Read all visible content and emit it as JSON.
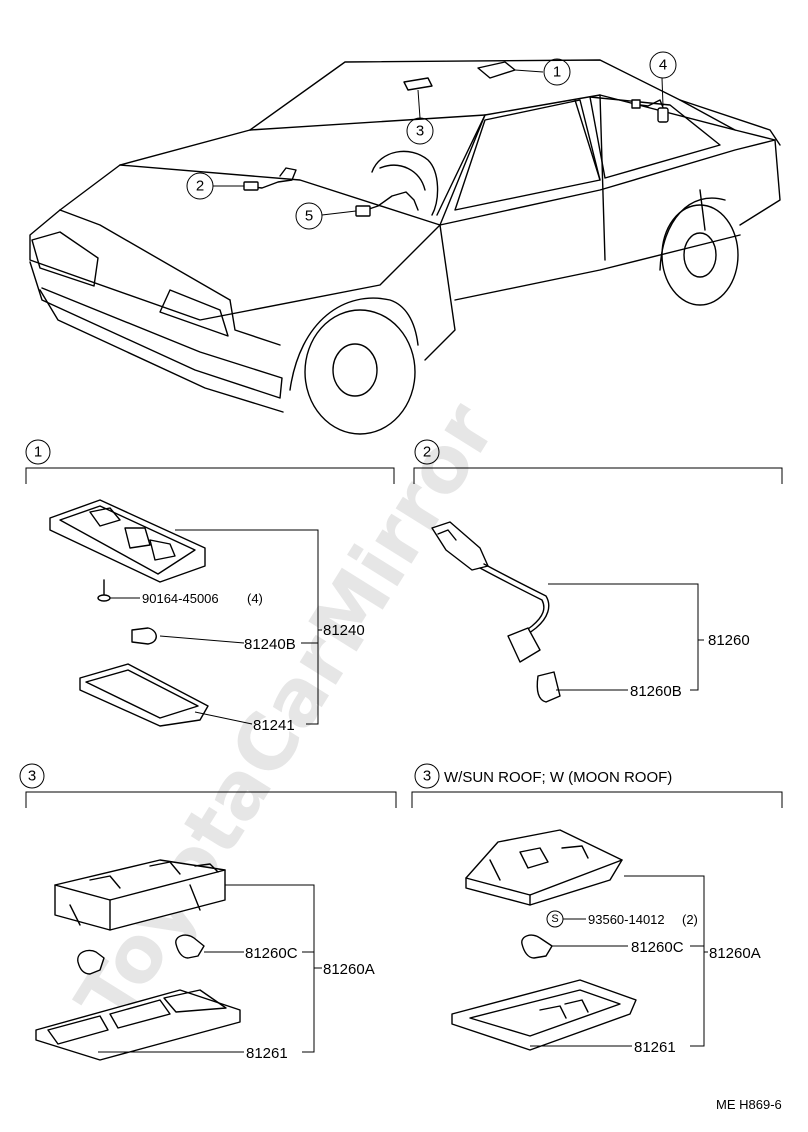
{
  "watermark": "ToyotaCarMirror",
  "code": "ME H869-6",
  "callouts": {
    "c1": "1",
    "c2": "2",
    "c3": "3",
    "c4": "4",
    "c5": "5"
  },
  "sections": {
    "s1": {
      "num": "1"
    },
    "s2": {
      "num": "2"
    },
    "s3a": {
      "num": "3"
    },
    "s3b": {
      "num": "3",
      "title": "W/SUN ROOF; W (MOON ROOF)"
    }
  },
  "parts": {
    "p90164": "90164-45006",
    "p90164_qty": "(4)",
    "p81240": "81240",
    "p81240B": "81240B",
    "p81241": "81241",
    "p81260": "81260",
    "p81260B": "81260B",
    "p81260C_a": "81260C",
    "p81260A_a": "81260A",
    "p81261_a": "81261",
    "s_marker": "S",
    "p93560": "93560-14012",
    "p93560_qty": "(2)",
    "p81260C_b": "81260C",
    "p81260A_b": "81260A",
    "p81261_b": "81261"
  }
}
